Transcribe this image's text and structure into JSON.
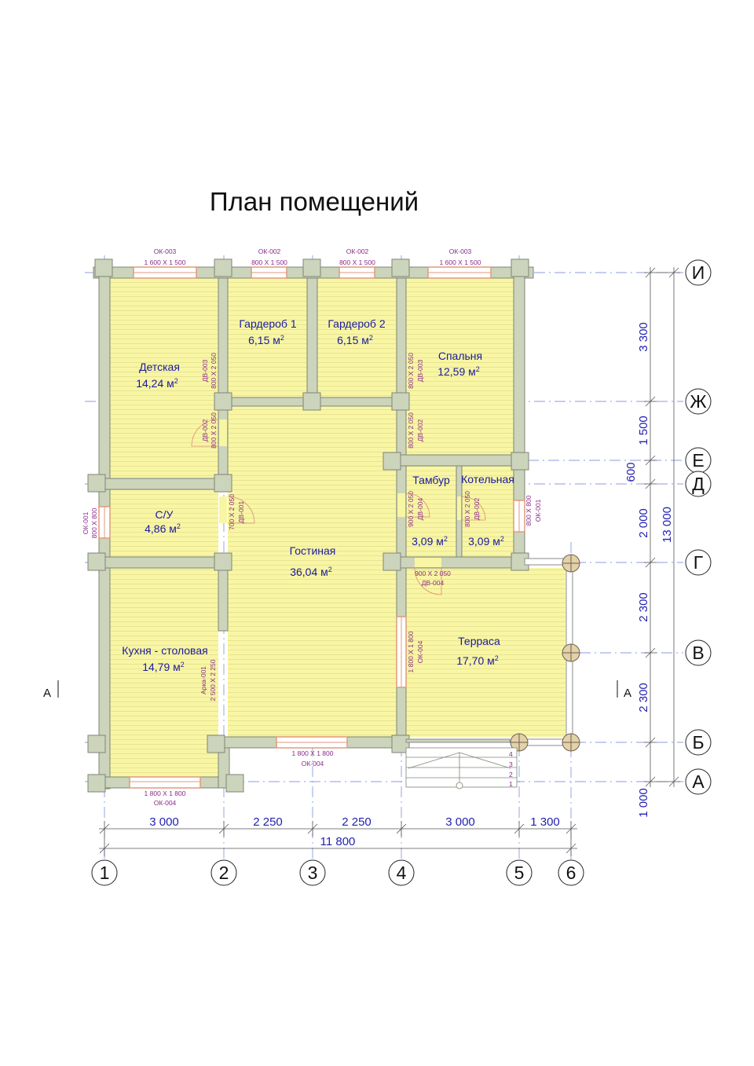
{
  "title": "План помещений",
  "rooms": {
    "detskaya": {
      "name": "Детская",
      "area": "14,24 м",
      "sup": "2"
    },
    "garderob1": {
      "name": "Гардероб 1",
      "area": "6,15 м",
      "sup": "2"
    },
    "garderob2": {
      "name": "Гардероб 2",
      "area": "6,15 м",
      "sup": "2"
    },
    "spalnya": {
      "name": "Спальня",
      "area": "12,59 м",
      "sup": "2"
    },
    "su": {
      "name": "С/У",
      "area": "4,86 м",
      "sup": "2"
    },
    "gostinaya": {
      "name": "Гостиная",
      "area": "36,04 м",
      "sup": "2"
    },
    "tambur": {
      "name": "Тамбур",
      "area": "3,09 м",
      "sup": "2"
    },
    "kotelnaya": {
      "name": "Котельная",
      "area": "3,09 м",
      "sup": "2"
    },
    "kuhnya": {
      "name": "Кухня - столовая",
      "area": "14,79 м",
      "sup": "2"
    },
    "terrasa": {
      "name": "Терраса",
      "area": "17,70 м",
      "sup": "2"
    }
  },
  "openings": {
    "ok003_left": {
      "mark": "ОК-003",
      "size": "1 600 X 1 500"
    },
    "ok002_left": {
      "mark": "ОК-002",
      "size": "800 X 1 500"
    },
    "ok002_right": {
      "mark": "ОК-002",
      "size": "800 X 1 500"
    },
    "ok003_right": {
      "mark": "ОК-003",
      "size": "1 600 X 1 500"
    },
    "dv003_left": {
      "mark": "ДВ-003",
      "size": "800 X 2 050"
    },
    "dv002_left": {
      "mark": "ДВ-002",
      "size": "800 X 2 050"
    },
    "dv003_right": {
      "mark": "ДВ-003",
      "size": "800 X 2 050"
    },
    "dv002_right": {
      "mark": "ДВ-002",
      "size": "800 X 2 050"
    },
    "ok001_left": {
      "mark": "ОК-001",
      "size": "800 X 800"
    },
    "dv001": {
      "mark": "ДВ-001",
      "size": "700 X 2 050"
    },
    "dv004_tambur": {
      "mark": "ДВ-004",
      "size": "900 X 2 050"
    },
    "dv002_kotel": {
      "mark": "ДВ-002",
      "size": "800 X 2 050"
    },
    "ok001_right": {
      "mark": "ОК-001",
      "size": "800 X 800"
    },
    "dv004_terrace": {
      "mark": "ДВ-004",
      "size": "900 X 2 050"
    },
    "ok004_side": {
      "mark": "ОК-004",
      "size": "1 800 X 1 800"
    },
    "arka": {
      "mark": "Арка-001",
      "size": "2 500 X 2 250"
    },
    "ok004_bottom_mid": {
      "mark": "ОК-004",
      "size": "1 800 X 1 800"
    },
    "ok004_bottom_left": {
      "mark": "ОК-004",
      "size": "1 800 X 1 800"
    }
  },
  "stairs": [
    "4",
    "3",
    "2",
    "1"
  ],
  "section": {
    "left": "А",
    "right": "А"
  },
  "dims_bottom": [
    "3 000",
    "2 250",
    "2 250",
    "3 000",
    "1 300"
  ],
  "dim_total_bottom": "11 800",
  "dims_right": [
    "3 300",
    "1 500",
    "600",
    "2 000",
    "2 300",
    "2 300",
    "1 000"
  ],
  "dim_total_right": "13 000",
  "axes_x": [
    "1",
    "2",
    "3",
    "4",
    "5",
    "6"
  ],
  "axes_y": [
    "И",
    "Ж",
    "Е",
    "Д",
    "Г",
    "В",
    "Б",
    "А"
  ],
  "colors": {
    "room": "#f8f6a4",
    "wall": "#ccd4bc",
    "wall_edge": "#7e8676",
    "window": "#f2b99c",
    "dims": "#1f1fb0",
    "marks": "#8a2a8a"
  }
}
